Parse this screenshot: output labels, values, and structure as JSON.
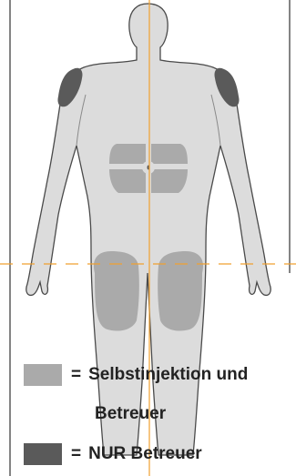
{
  "colors": {
    "body": "#dcdcdc",
    "body_outline": "#4a4a4a",
    "zone_self_injection": "#aaaaaa",
    "zone_caregiver_only": "#5a5a5a",
    "guide_line": "#f0a030",
    "frame": "#333333"
  },
  "legend": {
    "equals": "=",
    "self_injection": "Selbstinjektion und",
    "self_injection_cont": "Betreuer",
    "caregiver_only": "NUR Betreuer"
  }
}
